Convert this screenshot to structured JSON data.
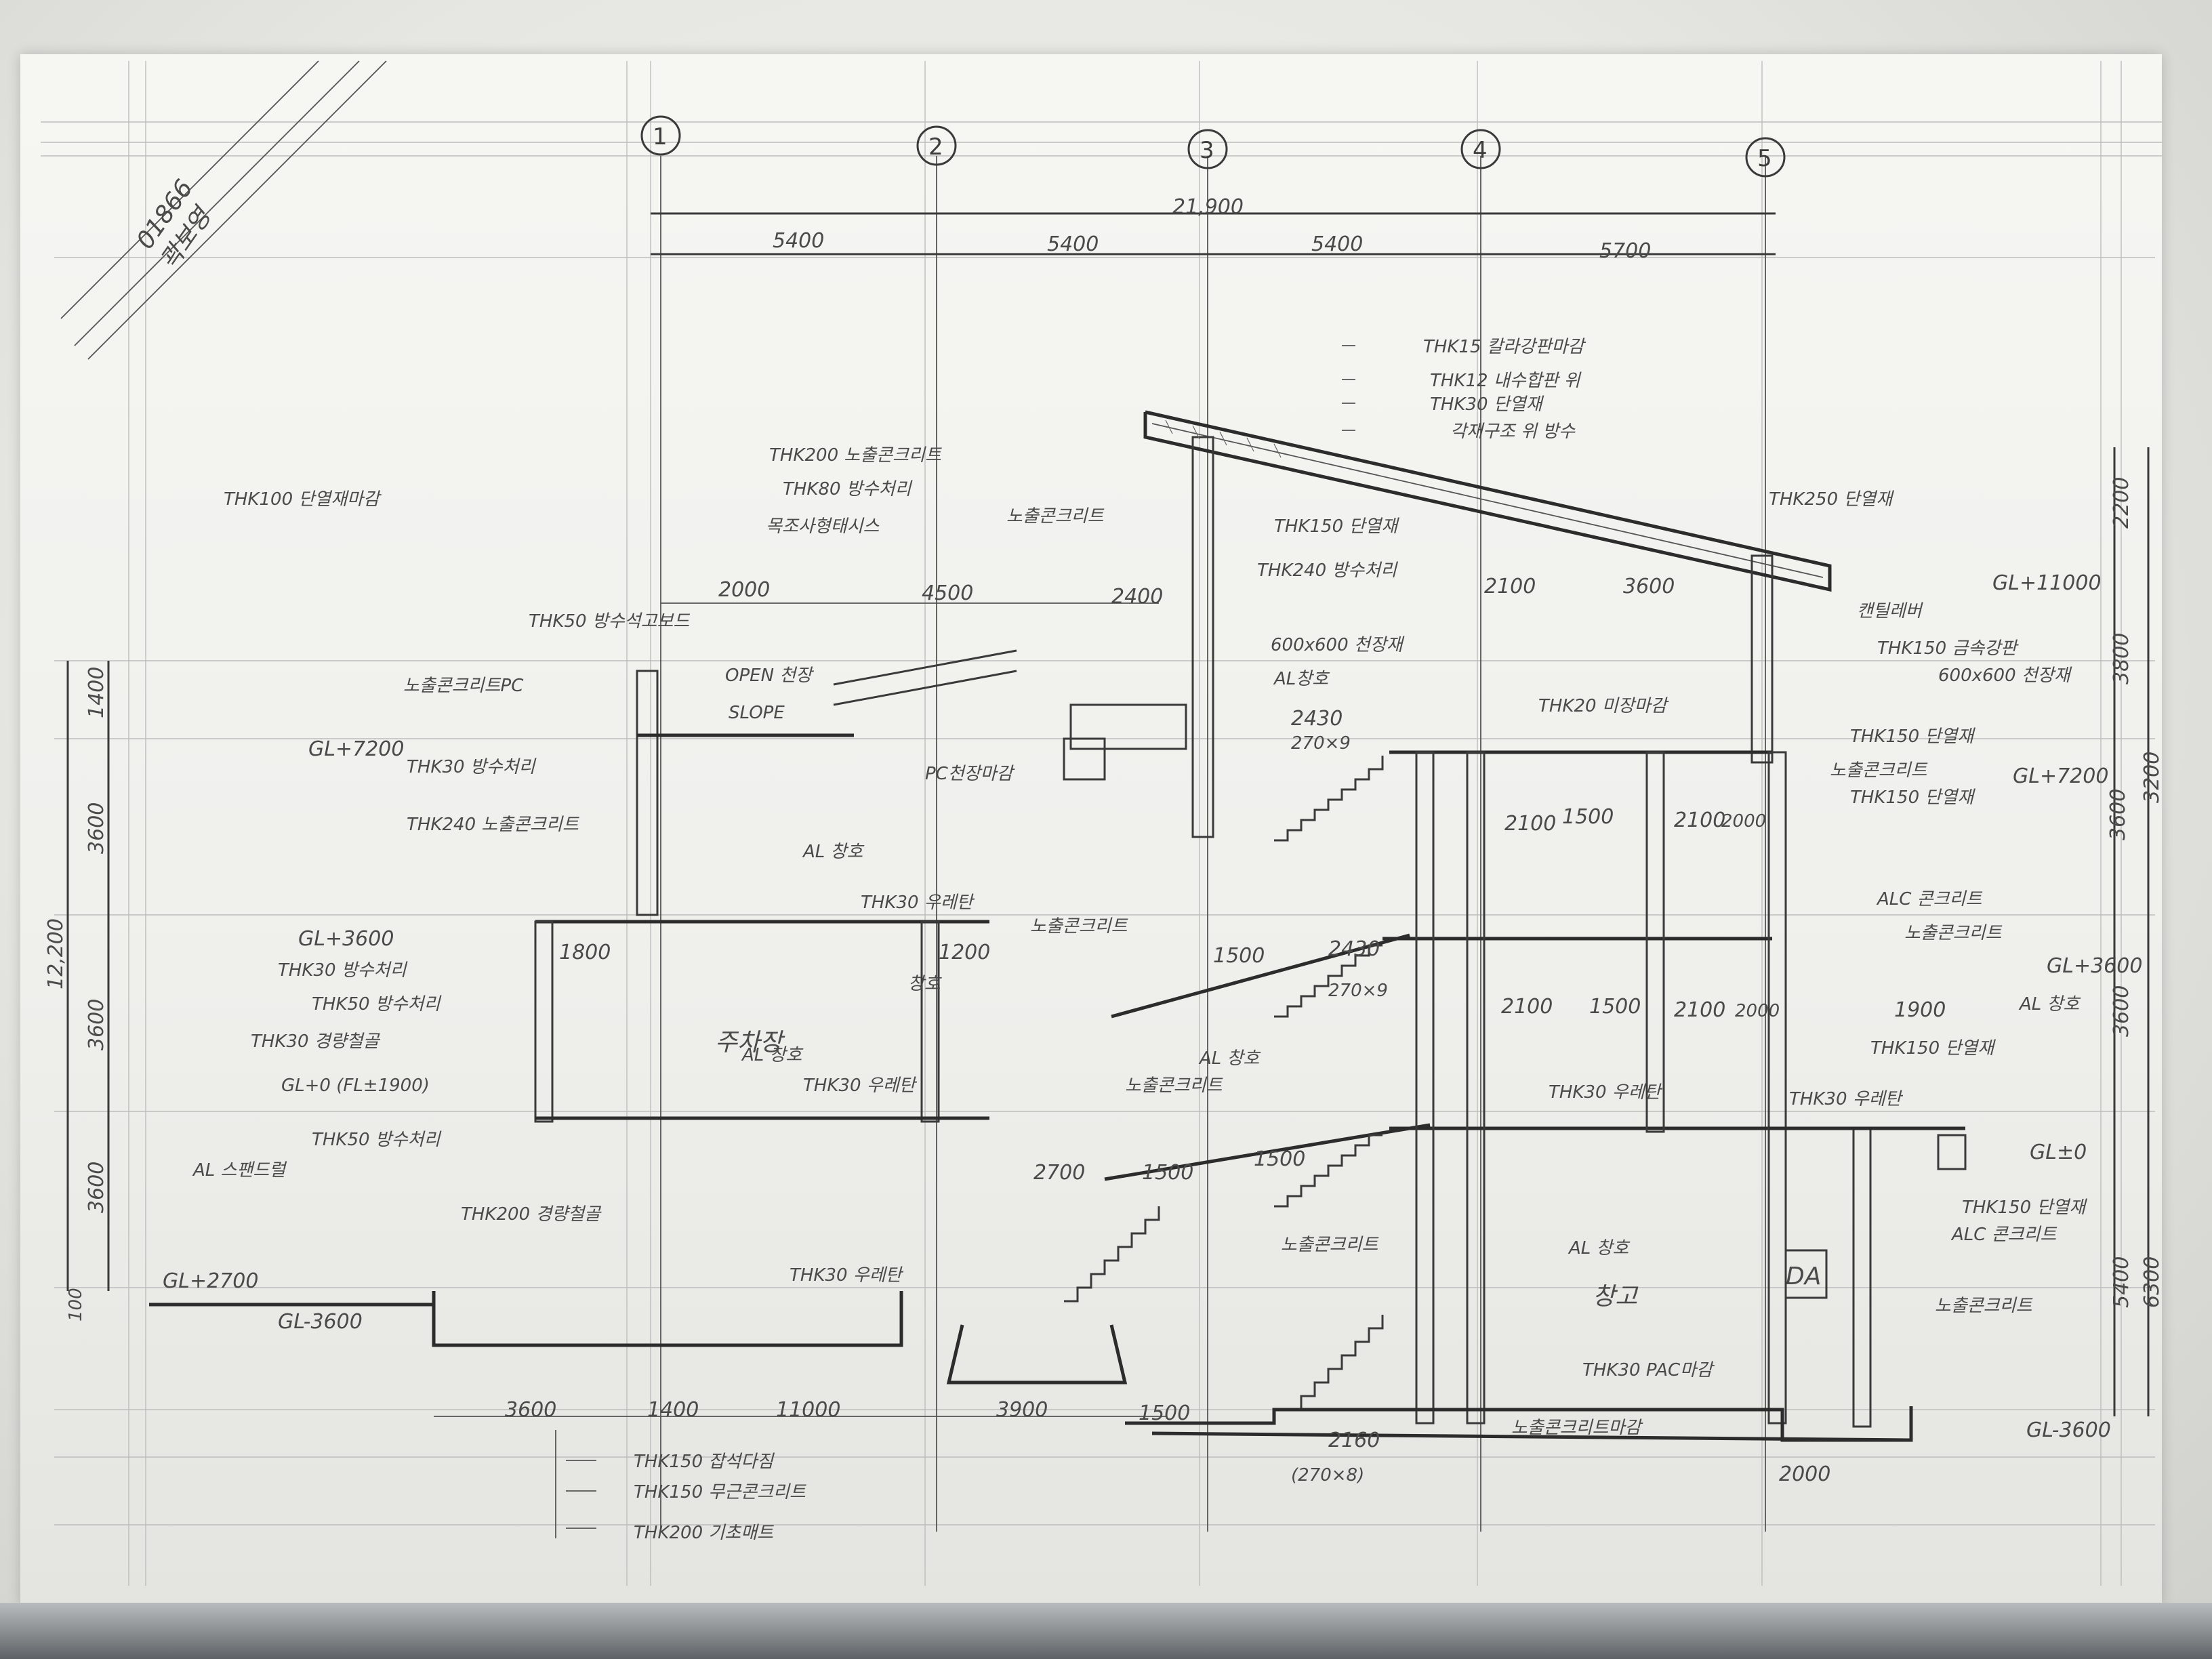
{
  "sheet": {
    "title_lines": [
      "01866",
      "곽보영"
    ]
  },
  "grid": {
    "bubbles": [
      "1",
      "2",
      "3",
      "4",
      "5"
    ],
    "overall": "21,900",
    "bays": [
      "5400",
      "5400",
      "5400",
      "5700"
    ]
  },
  "levels": {
    "left": [
      "GL+7200",
      "GL+3600",
      "GL+0 (FL±1900)",
      "GL+2700",
      "GL-3600"
    ],
    "right": [
      "GL+11000",
      "GL+7200",
      "GL+3600",
      "GL±0",
      "GL-3600"
    ]
  },
  "vertical_dims": {
    "left": [
      "1400",
      "3600",
      "3600",
      "3600",
      "100"
    ],
    "left_total": "12,200",
    "right": [
      "2200",
      "3800",
      "3200",
      "3600",
      "3600"
    ],
    "right_total": "6300",
    "right_lower": "5400"
  },
  "plan_dims": {
    "upper": [
      "2000",
      "4500",
      "2400"
    ],
    "right_upper": [
      "2100",
      "3600"
    ],
    "mid": [
      "2100",
      "1500",
      "2100",
      "2000"
    ],
    "mid2": [
      "2100",
      "1500",
      "2100",
      "2000",
      "1900"
    ],
    "stair": [
      "2430",
      "270×9",
      "2430",
      "270×9",
      "2160",
      "(270×8)"
    ],
    "lower": [
      "1500",
      "2700",
      "1500",
      "1500",
      "1800",
      "1200"
    ],
    "base": [
      "3600",
      "1400",
      "11000",
      "3900",
      "1500",
      "2000"
    ]
  },
  "notes": {
    "roof": [
      "THK15 칼라강판마감",
      "THK12 내수합판 위",
      "THK30 단열재",
      "각재구조 위 방수"
    ],
    "left": [
      "THK100 단열재마감",
      "THK50 방수석고보드",
      "노출콘크리트PC",
      "THK30 방수처리",
      "THK240 노출콘크리트",
      "THK30 방수처리",
      "THK50 방수처리",
      "THK30 경량철골",
      "THK50 방수처리",
      "AL 스팬드럴",
      "THK200 경량철골"
    ],
    "center": [
      "THK200 노출콘크리트",
      "THK80 방수처리",
      "목조사형태시스",
      "노출콘크리트",
      "OPEN 천장",
      "SLOPE",
      "PC천장마감",
      "AL 창호",
      "THK30 우레탄",
      "AL 창호",
      "노출콘크리트",
      "THK30 우레탄",
      "창호",
      "THK30 우레탄",
      "AL 창호",
      "노출콘크리트"
    ],
    "right_inner": [
      "THK150 단열재",
      "THK240 방수처리",
      "600x600 천장재",
      "AL창호",
      "THK20 미장마감",
      "노출콘크리트",
      "AL 창호",
      "THK30 우레탄",
      "THK30 PAC마감",
      "노출콘크리트마감"
    ],
    "right": [
      "THK250 단열재",
      "캔틸레버",
      "THK150 금속강판",
      "600x600 천장재",
      "THK150 단열재",
      "노출콘크리트",
      "THK150 단열재",
      "ALC 콘크리트",
      "노출콘크리트",
      "AL 창호",
      "THK150 단열재",
      "THK30 우레탄",
      "THK150 단열재",
      "ALC 콘크리트",
      "노출콘크리트"
    ],
    "foundation": [
      "THK150 잡석다짐",
      "THK150 무근콘크리트",
      "THK200 기초매트"
    ],
    "labels": [
      "창고",
      "DA",
      "주차장"
    ]
  }
}
